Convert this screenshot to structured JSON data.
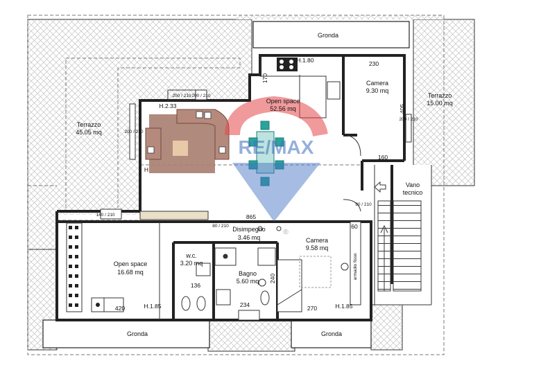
{
  "rooms": {
    "gronda_top": "Gronda",
    "gronda_bottom_left": "Gronda",
    "gronda_bottom_right": "Gronda",
    "terrazzo_left": {
      "name": "Terrazzo",
      "area": "45.05 mq"
    },
    "terrazzo_right": {
      "name": "Terrazzo",
      "area": "15.00 mq"
    },
    "open_space_upper": {
      "name": "Open space",
      "area": "52.56 mq"
    },
    "camera_upper": {
      "name": "Camera",
      "area": "9.30 mq"
    },
    "vano_tecnico": {
      "line1": "Vano",
      "line2": "tecnico"
    },
    "disimpegno": {
      "name": "Disimpegno",
      "area": "3.46 mq"
    },
    "camera_lower": {
      "name": "Camera",
      "area": "9.58 mq"
    },
    "open_space_lower": {
      "name": "Open space",
      "area": "16.68 mq"
    },
    "wc": {
      "name": "w.c.",
      "area": "3.20 mq"
    },
    "bagno": {
      "name": "Bagno",
      "area": "5.60 mq"
    }
  },
  "dimensions": {
    "h180": "H.1.80",
    "d170": "170",
    "d230": "230",
    "h233": "H.2.33",
    "d405": "405",
    "d160": "160",
    "d200_210_left": "200 / 210",
    "d200_210_right": "200 / 210",
    "d200_210_top_a": "200 / 210",
    "d200_210_top_b": "200 / 210",
    "d90_210": "90 / 210",
    "d865": "865",
    "d140_210": "140 / 210",
    "d80_210": "80 / 210",
    "d60": "60",
    "d136": "136",
    "d240": "240",
    "d420": "420",
    "h185_left": "H.1.85",
    "d234": "234",
    "d270": "270",
    "h185_right": "H.1.85",
    "armadio": "armadio fisso",
    "h_partial": "H"
  },
  "watermark": "RE/MAX",
  "watermark_mark": "®",
  "colors": {
    "hatch": "#bdbdbd",
    "wall": "#222222",
    "sofa": "#b58a7c",
    "rug": "#a87d70",
    "dining": "#2aa39a",
    "remax_red": "#e4484d",
    "remax_blue": "#3f6fbf"
  }
}
